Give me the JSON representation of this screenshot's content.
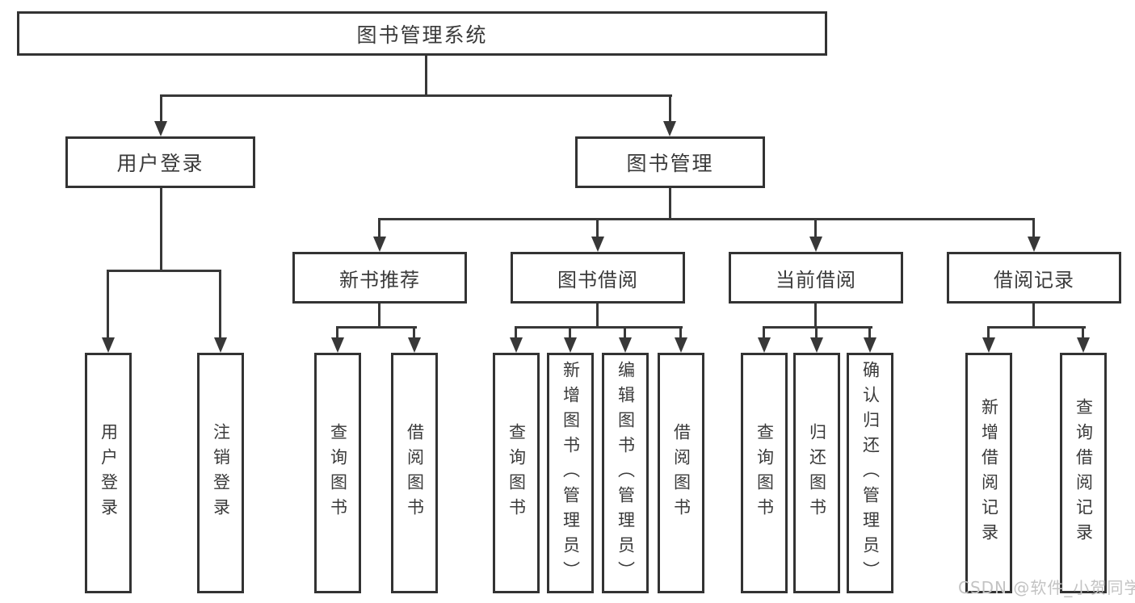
{
  "diagram": {
    "root": {
      "label": "图书管理系统"
    },
    "branches": [
      {
        "label": "用户登录",
        "leaves": [
          {
            "label": "用户登录"
          },
          {
            "label": "注销登录"
          }
        ]
      },
      {
        "label": "图书管理",
        "groups": [
          {
            "label": "新书推荐",
            "leaves": [
              {
                "label": "查询图书"
              },
              {
                "label": "借阅图书"
              }
            ]
          },
          {
            "label": "图书借阅",
            "leaves": [
              {
                "label": "查询图书"
              },
              {
                "label": "新增图书（管理员）"
              },
              {
                "label": "编辑图书（管理员）"
              },
              {
                "label": "借阅图书"
              }
            ]
          },
          {
            "label": "当前借阅",
            "leaves": [
              {
                "label": "查询图书"
              },
              {
                "label": "归还图书"
              },
              {
                "label": "确认归还（管理员）"
              }
            ]
          },
          {
            "label": "借阅记录",
            "leaves": [
              {
                "label": "新增借阅记录"
              },
              {
                "label": "查询借阅记录"
              }
            ]
          }
        ]
      }
    ]
  },
  "watermark": {
    "text": "CSDN @软件_小贺同学"
  },
  "colors": {
    "background": "#ffffff",
    "box_border": "#333333",
    "connector_line": "#383838",
    "text": "#3a3a3a",
    "watermark_text": "#c3c3c3"
  }
}
